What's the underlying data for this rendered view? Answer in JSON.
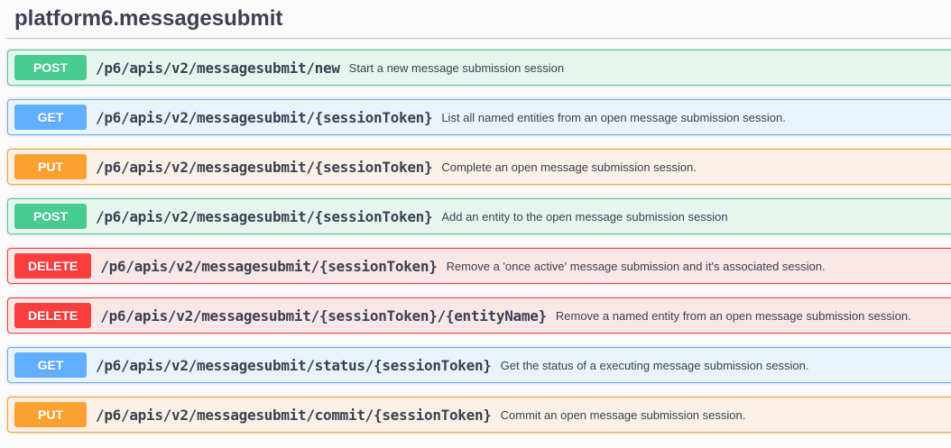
{
  "page": {
    "title": "platform6.messagesubmit",
    "background": "#fafafa",
    "text_color": "#3b4151"
  },
  "colors": {
    "get": {
      "accent": "#61affe",
      "tint": "rgba(97,175,254,0.1)"
    },
    "post": {
      "accent": "#49cc90",
      "tint": "rgba(73,204,144,0.1)"
    },
    "put": {
      "accent": "#fca130",
      "tint": "rgba(252,161,48,0.1)"
    },
    "delete": {
      "accent": "#f93e3e",
      "tint": "rgba(249,62,62,0.1)"
    }
  },
  "endpoints": [
    {
      "method": "POST",
      "path": "/p6/apis/v2/messagesubmit/new",
      "description": "Start a new message submission session"
    },
    {
      "method": "GET",
      "path": "/p6/apis/v2/messagesubmit/{sessionToken}",
      "description": "List all named entities from an open message submission session."
    },
    {
      "method": "PUT",
      "path": "/p6/apis/v2/messagesubmit/{sessionToken}",
      "description": "Complete an open message submission session."
    },
    {
      "method": "POST",
      "path": "/p6/apis/v2/messagesubmit/{sessionToken}",
      "description": "Add an entity to the open message submission session"
    },
    {
      "method": "DELETE",
      "path": "/p6/apis/v2/messagesubmit/{sessionToken}",
      "description": "Remove a 'once active' message submission and it's associated session."
    },
    {
      "method": "DELETE",
      "path": "/p6/apis/v2/messagesubmit/{sessionToken}/{entityName}",
      "description": "Remove a named entity from an open message submission session."
    },
    {
      "method": "GET",
      "path": "/p6/apis/v2/messagesubmit/status/{sessionToken}",
      "description": "Get the status of a executing message submission session."
    },
    {
      "method": "PUT",
      "path": "/p6/apis/v2/messagesubmit/commit/{sessionToken}",
      "description": "Commit an open message submission session."
    }
  ]
}
